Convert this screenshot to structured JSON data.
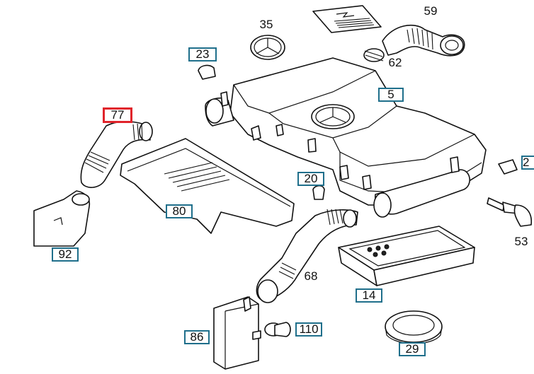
{
  "labels": {
    "p35": "35",
    "p59": "59",
    "p23": "23",
    "p62": "62",
    "p5": "5",
    "p77": "77",
    "p2": "2",
    "p20": "20",
    "p80": "80",
    "p53": "53",
    "p92": "92",
    "p68": "68",
    "p14": "14",
    "p86": "86",
    "p110": "110",
    "p29": "29"
  },
  "colors": {
    "label_box": "#1f6f8b",
    "selection": "#e0242b",
    "line": "#111111"
  }
}
